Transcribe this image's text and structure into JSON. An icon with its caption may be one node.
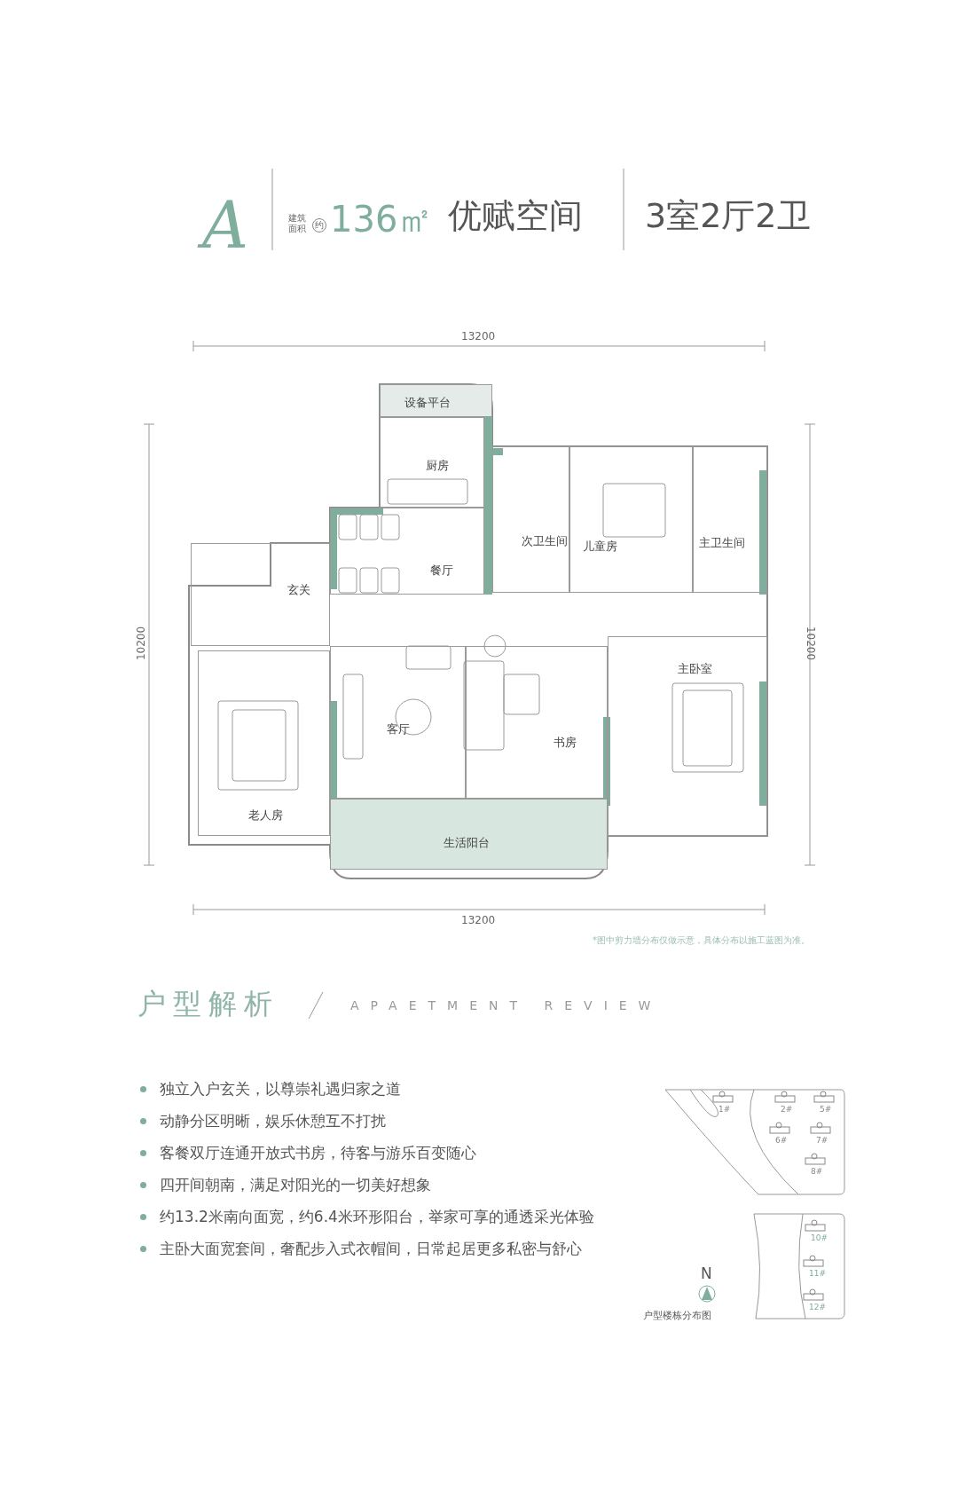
{
  "diagram": {
    "nodes": [
      {
        "text": [
          "设备平台"
        ]
      },
      {
        "text": [
          "厨房"
        ]
      },
      {
        "text": [
          "餐厅"
        ]
      },
      {
        "text": [
          "玄关"
        ]
      },
      {
        "text": [
          "次卫生间"
        ]
      },
      {
        "text": [
          "儿童房"
        ]
      },
      {
        "text": [
          "主卫生间"
        ]
      },
      {
        "text": [
          "老人房"
        ]
      },
      {
        "text": [
          "客厅"
        ]
      },
      {
        "text": [
          "书房"
        ]
      },
      {
        "text": [
          "主卧室"
        ]
      },
      {
        "text": [
          "生活阳台"
        ]
      }
    ],
    "labels": [
      "A",
      "建筑面积",
      "约",
      "136㎡",
      "优赋空间",
      "3室2厅2卫",
      "13200",
      "10200",
      "10200",
      "13200",
      "*图中剪力墙分布仅做示意，具体分布以施工蓝图为准。",
      "户型解析",
      "APAETMENT REVIEW",
      "独立入户玄关，以尊崇礼遇归家之道",
      "动静分区明晰，娱乐休憩互不打扰",
      "客餐双厅连通开放式书房，待客与游乐百变随心",
      "四开间朝南，满足对阳光的一切美好想象",
      "约13.2米南向面宽，约6.4米环形阳台，举家可享的通透采光体验",
      "主卧大面宽套间，奢配步入式衣帽间，日常起居更多私密与舒心",
      "1#",
      "2#",
      "5#",
      "6#",
      "7#",
      "8#",
      "10#",
      "11#",
      "12#",
      "N",
      "户型楼栋分布图"
    ]
  }
}
